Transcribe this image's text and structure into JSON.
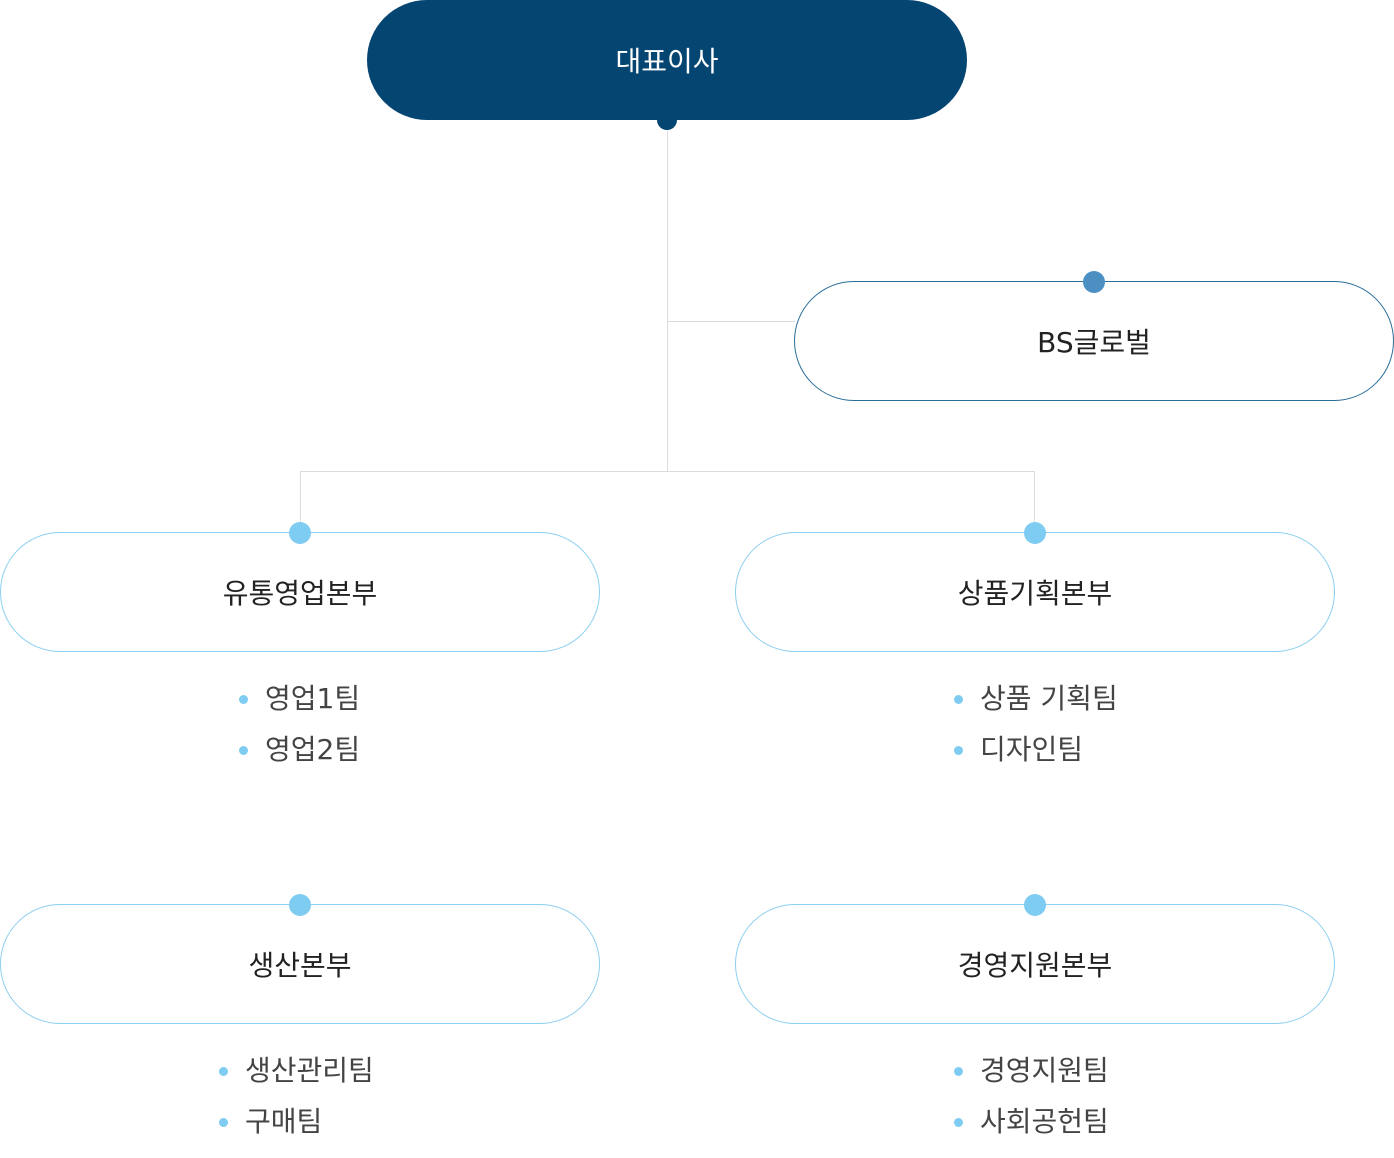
{
  "ceo": {
    "label": "대표이사"
  },
  "bs_global": {
    "label": "BS글로벌"
  },
  "divisions": [
    {
      "label": "유통영업본부",
      "teams": [
        "영업1팀",
        "영업2팀"
      ]
    },
    {
      "label": "상품기획본부",
      "teams": [
        "상품 기획팀",
        "디자인팀"
      ]
    },
    {
      "label": "생산본부",
      "teams": [
        "생산관리팀",
        "구매팀"
      ]
    },
    {
      "label": "경영지원본부",
      "teams": [
        "경영지원팀",
        "사회공헌팀"
      ]
    }
  ],
  "colors": {
    "ceo_fill": "#054571",
    "global_border": "#2a6d9a",
    "division_border": "#8dcff0",
    "connector_dot": "#7fccf3",
    "line": "#dcdcdc"
  }
}
